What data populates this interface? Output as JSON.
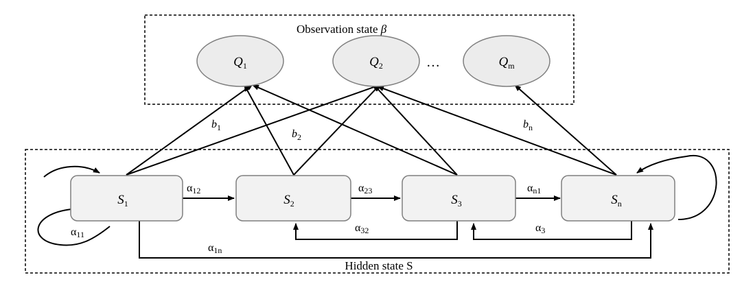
{
  "observation_frame": {
    "title": "Observation state ",
    "beta": "β"
  },
  "hidden_frame": {
    "title": "Hidden state S"
  },
  "observations": [
    {
      "letter": "Q",
      "sub": "1"
    },
    {
      "letter": "Q",
      "sub": "2"
    },
    {
      "letter": "Q",
      "sub": "m"
    }
  ],
  "ellipsis": "…",
  "hidden_states": [
    {
      "letter": "S",
      "sub": "1"
    },
    {
      "letter": "S",
      "sub": "2"
    },
    {
      "letter": "S",
      "sub": "3"
    },
    {
      "letter": "S",
      "sub": "n"
    }
  ],
  "emission_labels": [
    {
      "letter": "b",
      "sub": "1"
    },
    {
      "letter": "b",
      "sub": "2"
    },
    {
      "letter": "b",
      "sub": "n"
    }
  ],
  "transition_labels": [
    {
      "letter": "α",
      "sub": "12"
    },
    {
      "letter": "α",
      "sub": "23"
    },
    {
      "letter": "α",
      "sub": "n1"
    },
    {
      "letter": "α",
      "sub": "32"
    },
    {
      "letter": "α",
      "sub": "3"
    },
    {
      "letter": "α",
      "sub": "1n"
    },
    {
      "letter": "α",
      "sub": "11"
    }
  ]
}
